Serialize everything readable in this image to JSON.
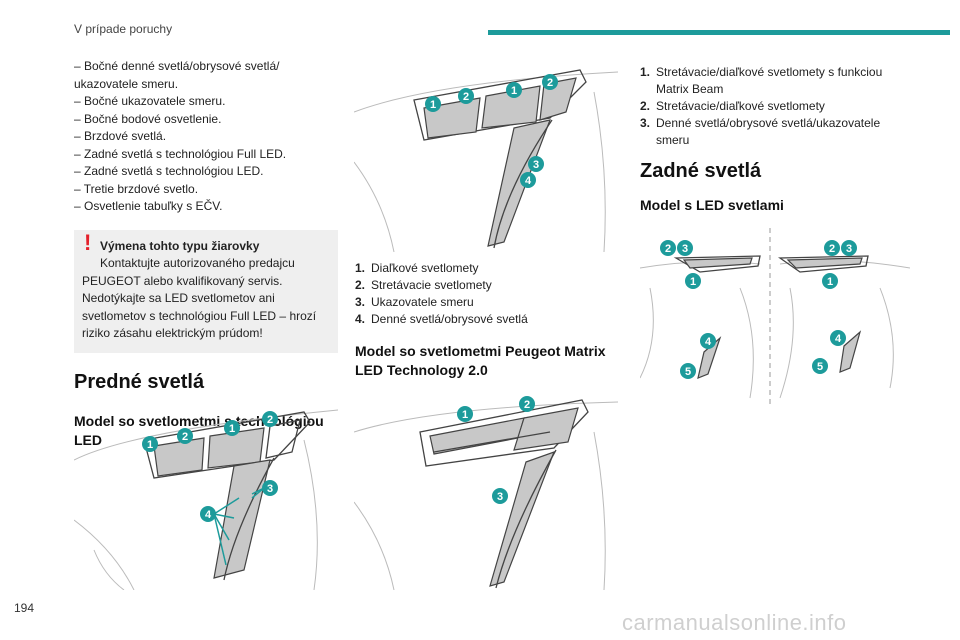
{
  "header": {
    "title": "V prípade poruchy",
    "page_number": "194"
  },
  "left_column": {
    "dash_list": [
      "– Bočné denné svetlá/obrysové svetlá/",
      "ukazovatele smeru.",
      "– Bočné ukazovatele smeru.",
      "– Bočné bodové osvetlenie.",
      "– Brzdové svetlá.",
      "– Zadné svetlá s technológiou Full LED.",
      "– Zadné svetlá s technológiou LED.",
      "– Tretie brzdové svetlo.",
      "– Osvetlenie tabuľky s EČV."
    ],
    "notice": {
      "title": "Výmena tohto typu žiarovky",
      "line1": "Kontaktujte autorizovaného predajcu",
      "rest": [
        "PEUGEOT alebo kvalifikovaný servis.",
        "Nedotýkajte sa LED svetlometov ani",
        "svetlometov s technológiou Full LED – hrozí",
        "riziko zásahu elektrickým prúdom!"
      ]
    },
    "section_title": "Predné svetlá",
    "subsection_title_line1": "Model so svetlometmi s technológiou",
    "subsection_title_line2": "LED"
  },
  "middle_column": {
    "list1": [
      {
        "num": "1.",
        "text": "Diaľkové svetlomety"
      },
      {
        "num": "2.",
        "text": "Stretávacie svetlomety"
      },
      {
        "num": "3.",
        "text": "Ukazovatele smeru"
      },
      {
        "num": "4.",
        "text": "Denné svetlá/obrysové svetlá"
      }
    ],
    "subsection_title_line1": "Model so svetlometmi Peugeot Matrix",
    "subsection_title_line2": "LED Technology 2.0"
  },
  "right_column": {
    "list2": [
      {
        "num": "1.",
        "line1": "Stretávacie/diaľkové svetlomety s funkciou",
        "line2": "Matrix Beam"
      },
      {
        "num": "2.",
        "line1": "Stretávacie/diaľkové svetlomety",
        "line2": ""
      },
      {
        "num": "3.",
        "line1": "Denné svetlá/obrysové svetlá/ukazovatele",
        "line2": "smeru"
      }
    ],
    "section_title": "Zadné svetlá",
    "subsection_title": "Model s LED svetlami"
  },
  "figures": {
    "fig1_badges": [
      "1",
      "2",
      "1",
      "2",
      "3",
      "4"
    ],
    "fig2_badges": [
      "1",
      "2",
      "1",
      "2",
      "3",
      "4"
    ],
    "fig3_badges": [
      "1",
      "2",
      "3"
    ],
    "fig4_badges": [
      "2",
      "3",
      "1",
      "4",
      "5",
      "2",
      "3",
      "1",
      "4",
      "5"
    ]
  },
  "watermark": "carmanualsonline.info",
  "colors": {
    "accent": "#1d9b9b",
    "warning": "#e4202a"
  }
}
